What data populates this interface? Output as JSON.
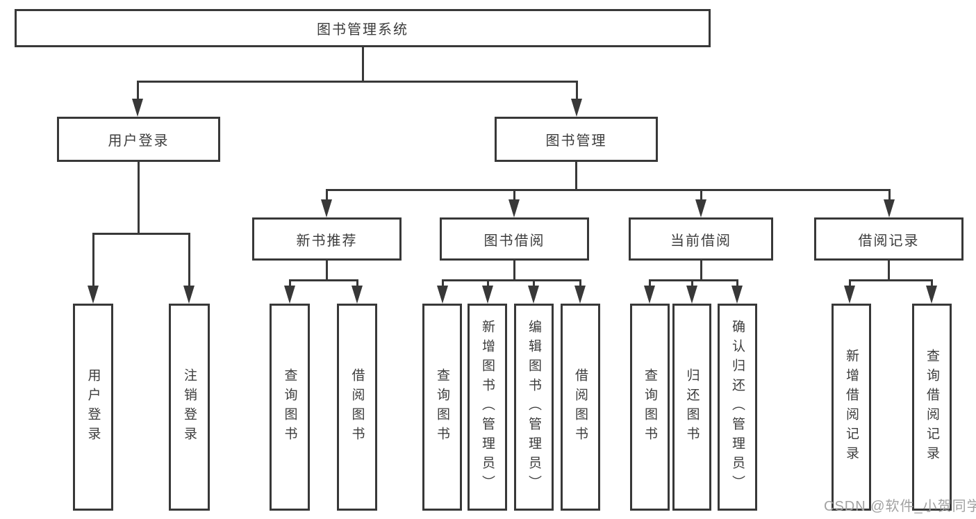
{
  "diagram": {
    "root": {
      "label": "图书管理系统"
    },
    "level2": [
      {
        "label": "用户登录",
        "parent": "图书管理系统"
      },
      {
        "label": "图书管理",
        "parent": "图书管理系统"
      }
    ],
    "level3": [
      {
        "label": "新书推荐",
        "parent": "图书管理"
      },
      {
        "label": "图书借阅",
        "parent": "图书管理"
      },
      {
        "label": "当前借阅",
        "parent": "图书管理"
      },
      {
        "label": "借阅记录",
        "parent": "图书管理"
      }
    ],
    "leaves": [
      {
        "label": "用户登录",
        "parent": "用户登录"
      },
      {
        "label": "注销登录",
        "parent": "用户登录"
      },
      {
        "label": "查询图书",
        "parent": "新书推荐"
      },
      {
        "label": "借阅图书",
        "parent": "新书推荐"
      },
      {
        "label": "查询图书",
        "parent": "图书借阅"
      },
      {
        "label": "新增图书（管理员）",
        "parent": "图书借阅"
      },
      {
        "label": "编辑图书（管理员）",
        "parent": "图书借阅"
      },
      {
        "label": "借阅图书",
        "parent": "图书借阅"
      },
      {
        "label": "查询图书",
        "parent": "当前借阅"
      },
      {
        "label": "归还图书",
        "parent": "当前借阅"
      },
      {
        "label": "确认归还（管理员）",
        "parent": "当前借阅"
      },
      {
        "label": "新增借阅记录",
        "parent": "借阅记录"
      },
      {
        "label": "查询借阅记录",
        "parent": "借阅记录"
      }
    ],
    "colors": {
      "line": "#383838",
      "box_border": "#383838",
      "text": "#3c3c3c",
      "background": "#ffffff",
      "watermark": "#a2a2a2"
    }
  },
  "watermark": {
    "text": "CSDN @软件_小贺同学"
  }
}
